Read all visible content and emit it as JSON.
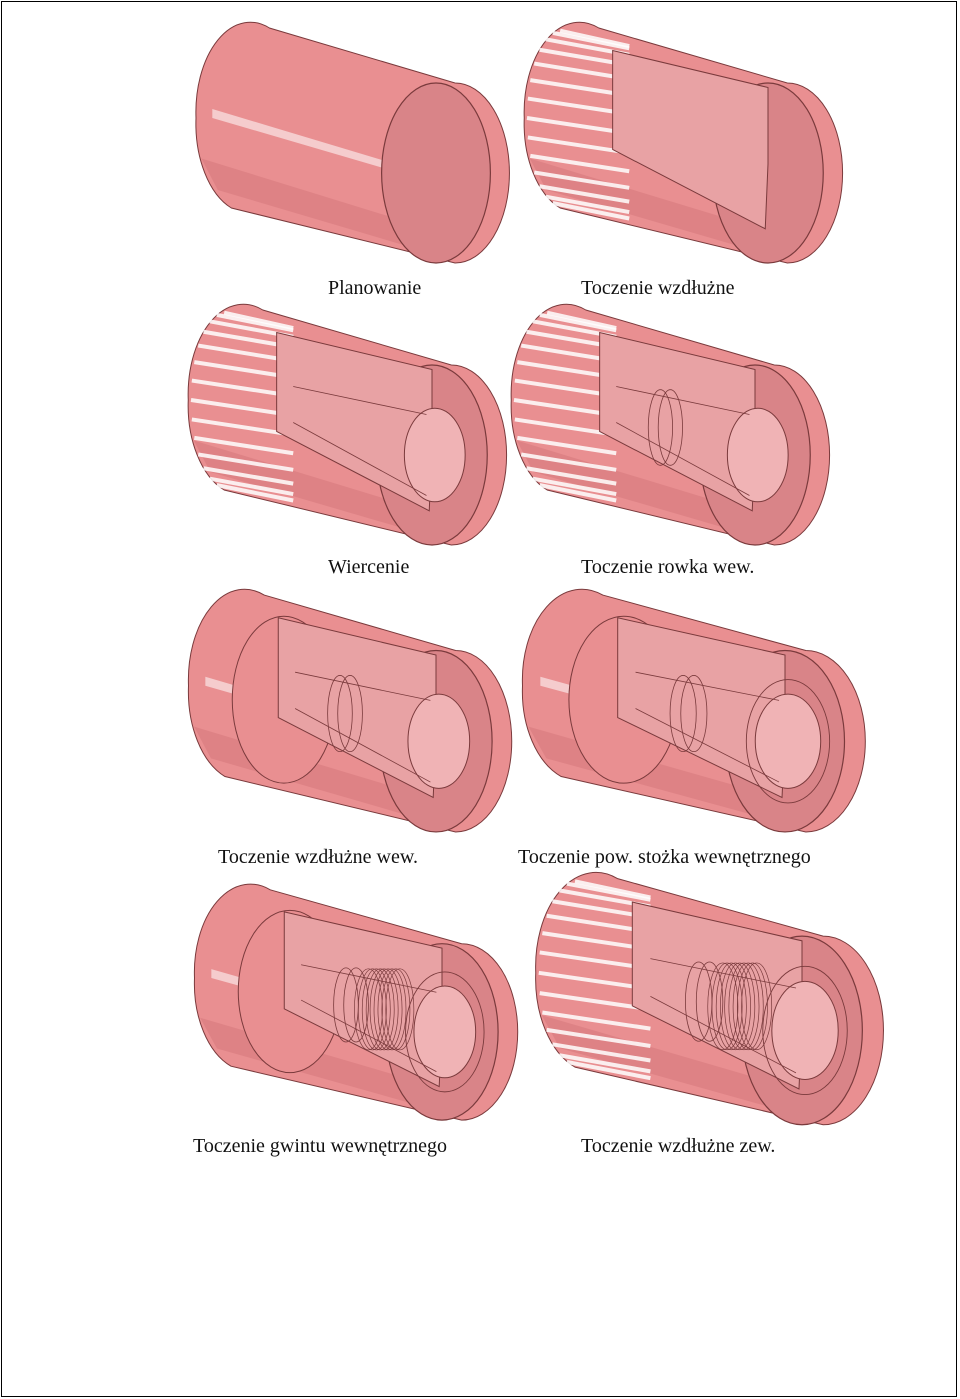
{
  "colors": {
    "body": "#e98f91",
    "body_dark": "#d6797c",
    "face": "#d98488",
    "cavity": "#e8a2a4",
    "edge": "#7a3a3c",
    "stripe": "#ffffff"
  },
  "panels": [
    {
      "caption": "Planowanie",
      "variant": "plain"
    },
    {
      "caption": "Toczenie wzdłużne",
      "variant": "cut-stripes"
    },
    {
      "caption": "Wiercenie",
      "variant": "bore-stripes"
    },
    {
      "caption": "Toczenie rowka wew.",
      "variant": "groove-stripes"
    },
    {
      "caption": "Toczenie wzdłużne wew.",
      "variant": "groove-step"
    },
    {
      "caption": "Toczenie pow. stożka wewnętrznego",
      "variant": "cone-step"
    },
    {
      "caption": "Toczenie gwintu wewnętrznego",
      "variant": "thread-step"
    },
    {
      "caption": "Toczenie wzdłużne zew.",
      "variant": "thread-stripes"
    }
  ]
}
